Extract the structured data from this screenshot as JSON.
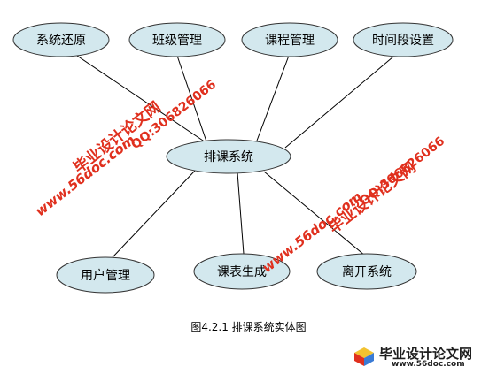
{
  "diagram": {
    "nodes": {
      "restore": "系统还原",
      "class_mgmt": "班级管理",
      "course_mgmt": "课程管理",
      "timeslot": "时间段设置",
      "center": "排课系统",
      "user_mgmt": "用户管理",
      "schedule_gen": "课表生成",
      "exit": "离开系统"
    },
    "caption": "图4.2.1 排课系统实体图",
    "colors": {
      "node_fill": "#d3e8ee",
      "watermark": "#e0301e"
    }
  },
  "watermarks": {
    "site_name": "毕业设计论文网",
    "qq": "QQ:306826066",
    "url": "www.56doc.com"
  },
  "logo": {
    "name": "毕业设计论文网",
    "url": "www.56doc.com"
  }
}
